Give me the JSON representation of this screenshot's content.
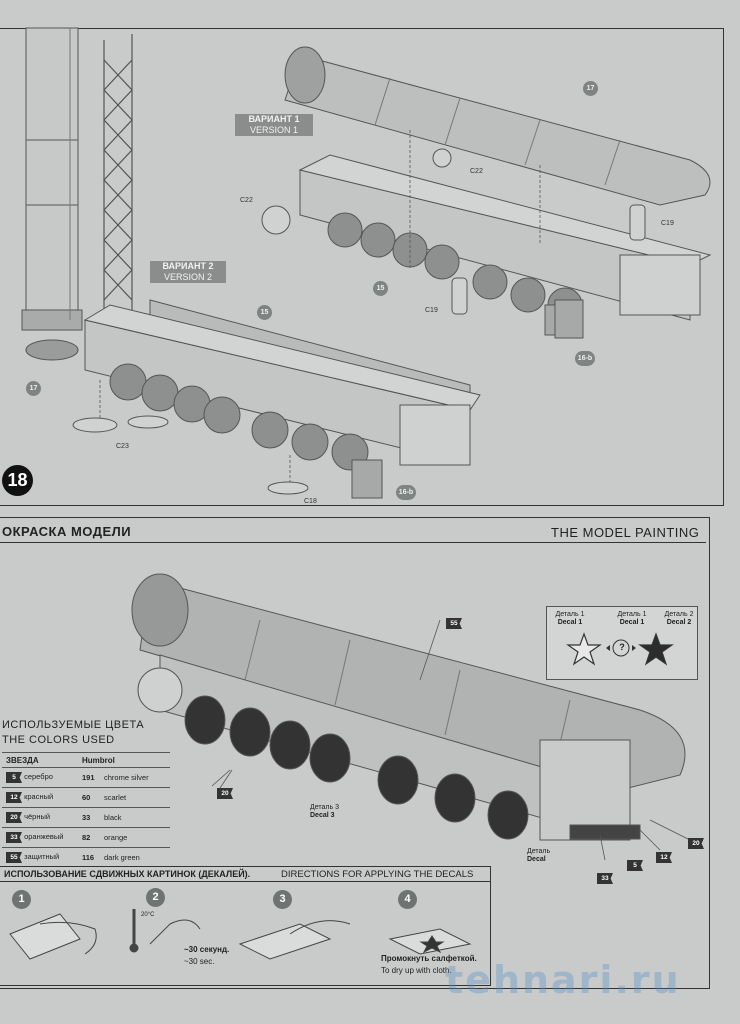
{
  "step": {
    "number": "18"
  },
  "variants": {
    "v1": {
      "ru": "ВАРИАНТ 1",
      "en": "VERSION 1"
    },
    "v2": {
      "ru": "ВАРИАНТ 2",
      "en": "VERSION 2"
    }
  },
  "parts": {
    "p17a": "17",
    "p17b": "17",
    "p15a": "15",
    "p15b": "15",
    "p16a": "16-b",
    "p16b": "16-b",
    "c22a": "C22",
    "c22b": "C22",
    "c19a": "C19",
    "c19b": "C19",
    "c23": "C23",
    "c18": "C18"
  },
  "painting": {
    "title_ru": "ОКРАСКА МОДЕЛИ",
    "title_en": "THE MODEL PAINTING"
  },
  "colors": {
    "title_ru": "ИСПОЛЬЗУЕМЫЕ ЦВЕТА",
    "title_en": "THE COLORS USED",
    "header_zvezda": "ЗВЕЗДА",
    "header_humbrol": "Humbrol",
    "rows": [
      {
        "badge": "5",
        "ru": "серебро",
        "num": "191",
        "en": "chrome silver"
      },
      {
        "badge": "12",
        "ru": "красный",
        "num": "60",
        "en": "scarlet"
      },
      {
        "badge": "20",
        "ru": "чёрный",
        "num": "33",
        "en": "black"
      },
      {
        "badge": "33",
        "ru": "оранжевый",
        "num": "82",
        "en": "orange"
      },
      {
        "badge": "55",
        "ru": "защитный",
        "num": "116",
        "en": "dark green"
      }
    ]
  },
  "callouts": {
    "c55": "55",
    "c20a": "20",
    "c20b": "20",
    "c5": "5",
    "c12": "12",
    "c33": "33"
  },
  "decals": {
    "d1a_ru": "Деталь 1",
    "d1a_en": "Decal 1",
    "d1b_ru": "Деталь 1",
    "d1b_en": "Decal 1",
    "d2_ru": "Деталь 2",
    "d2_en": "Decal 2",
    "d3_ru": "Деталь 3",
    "d3_en": "Decal 3",
    "d_ru": "Деталь",
    "d_en": "Decal",
    "question": "?"
  },
  "decal_instr": {
    "title_ru": "ИСПОЛЬЗОВАНИЕ СДВИЖНЫХ КАРТИНОК (ДЕКАЛЕЙ).",
    "title_en": "DIRECTIONS  FOR APPLYING THE DECALS",
    "steps": [
      "1",
      "2",
      "3",
      "4"
    ],
    "temp": "20°С",
    "time_ru": "~30 секунд.",
    "time_en": "~30 sec.",
    "dry_ru": "Промокнуть салфеткой.",
    "dry_en": "To dry up with cloth."
  },
  "watermark": "tehnari.ru"
}
